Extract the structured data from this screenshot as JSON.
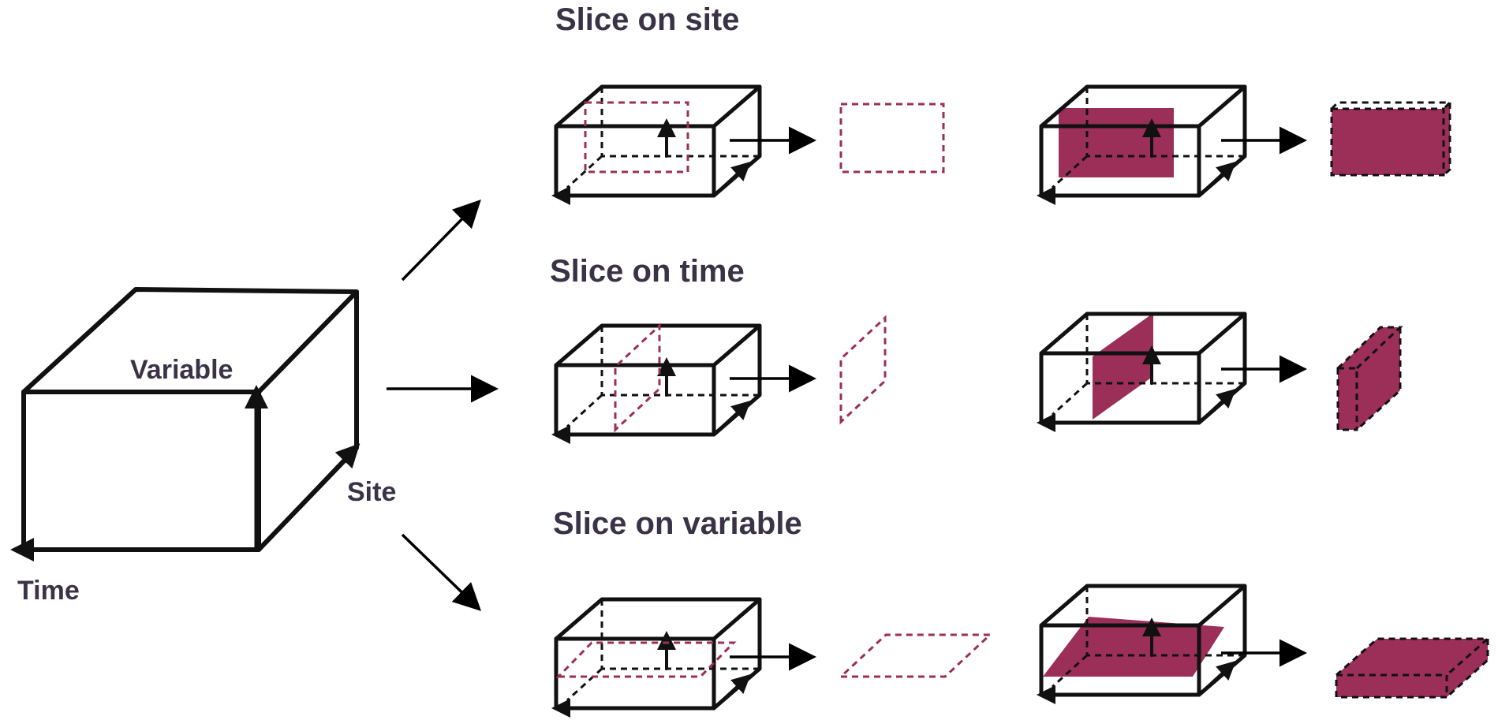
{
  "colors": {
    "accent": "#9c2f57",
    "ink": "#111111",
    "label": "#3a3347"
  },
  "cube": {
    "axis_labels": {
      "variable": "Variable",
      "site": "Site",
      "time": "Time"
    }
  },
  "sections": [
    {
      "title": "Slice on site"
    },
    {
      "title": "Slice on time"
    },
    {
      "title": "Slice on variable"
    }
  ]
}
